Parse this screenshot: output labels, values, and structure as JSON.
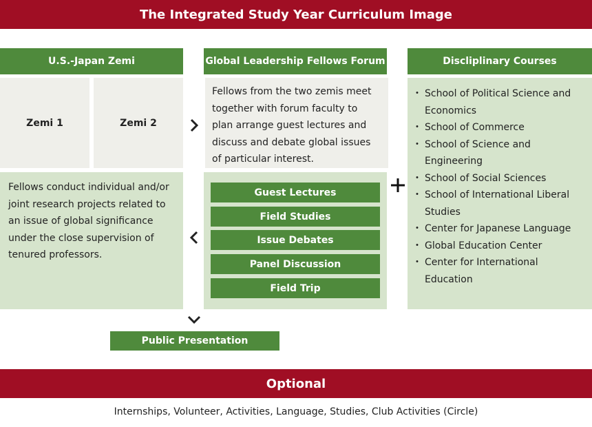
{
  "title": "The Integrated Study Year Curriculum Image",
  "zemi": {
    "heading": "U.S.-Japan Zemi",
    "zemi1": "Zemi 1",
    "zemi2": "Zemi 2",
    "description": "Fellows conduct individual and/or joint research projects related to an issue of global significance under the close supervision of tenured professors."
  },
  "forum": {
    "heading": "Global Leadership Fellows Forum",
    "description": "Fellows from the two zemis meet together with forum faculty to plan arrange guest lectures and discuss and debate global issues of particular interest.",
    "activities": [
      "Guest Lectures",
      "Field Studies",
      "Issue Debates",
      "Panel Discussion",
      "Field Trip"
    ]
  },
  "courses": {
    "heading": "Discliplinary Courses",
    "items": [
      "School of Political Science and Economics",
      "School of Commerce",
      "School of Science and Engineering",
      "School of Social Sciences",
      "School of International Liberal Studies",
      "Center for Japanese Language",
      "Global Education Center",
      "Center for International Education"
    ]
  },
  "presentation": "Public Presentation",
  "optional": {
    "heading": "Optional",
    "description": "Internships, Volunteer, Activities, Language, Studies, Club Activities (Circle)"
  },
  "colors": {
    "banner_red": "#a00e24",
    "header_green": "#4f8a3c",
    "pale_green": "#d6e4cc",
    "light_grey": "#efefea"
  },
  "icons": {
    "right_arrow": "chevron-right-icon",
    "left_arrow": "chevron-left-icon",
    "down_arrow": "chevron-down-icon",
    "plus": "plus-icon"
  }
}
